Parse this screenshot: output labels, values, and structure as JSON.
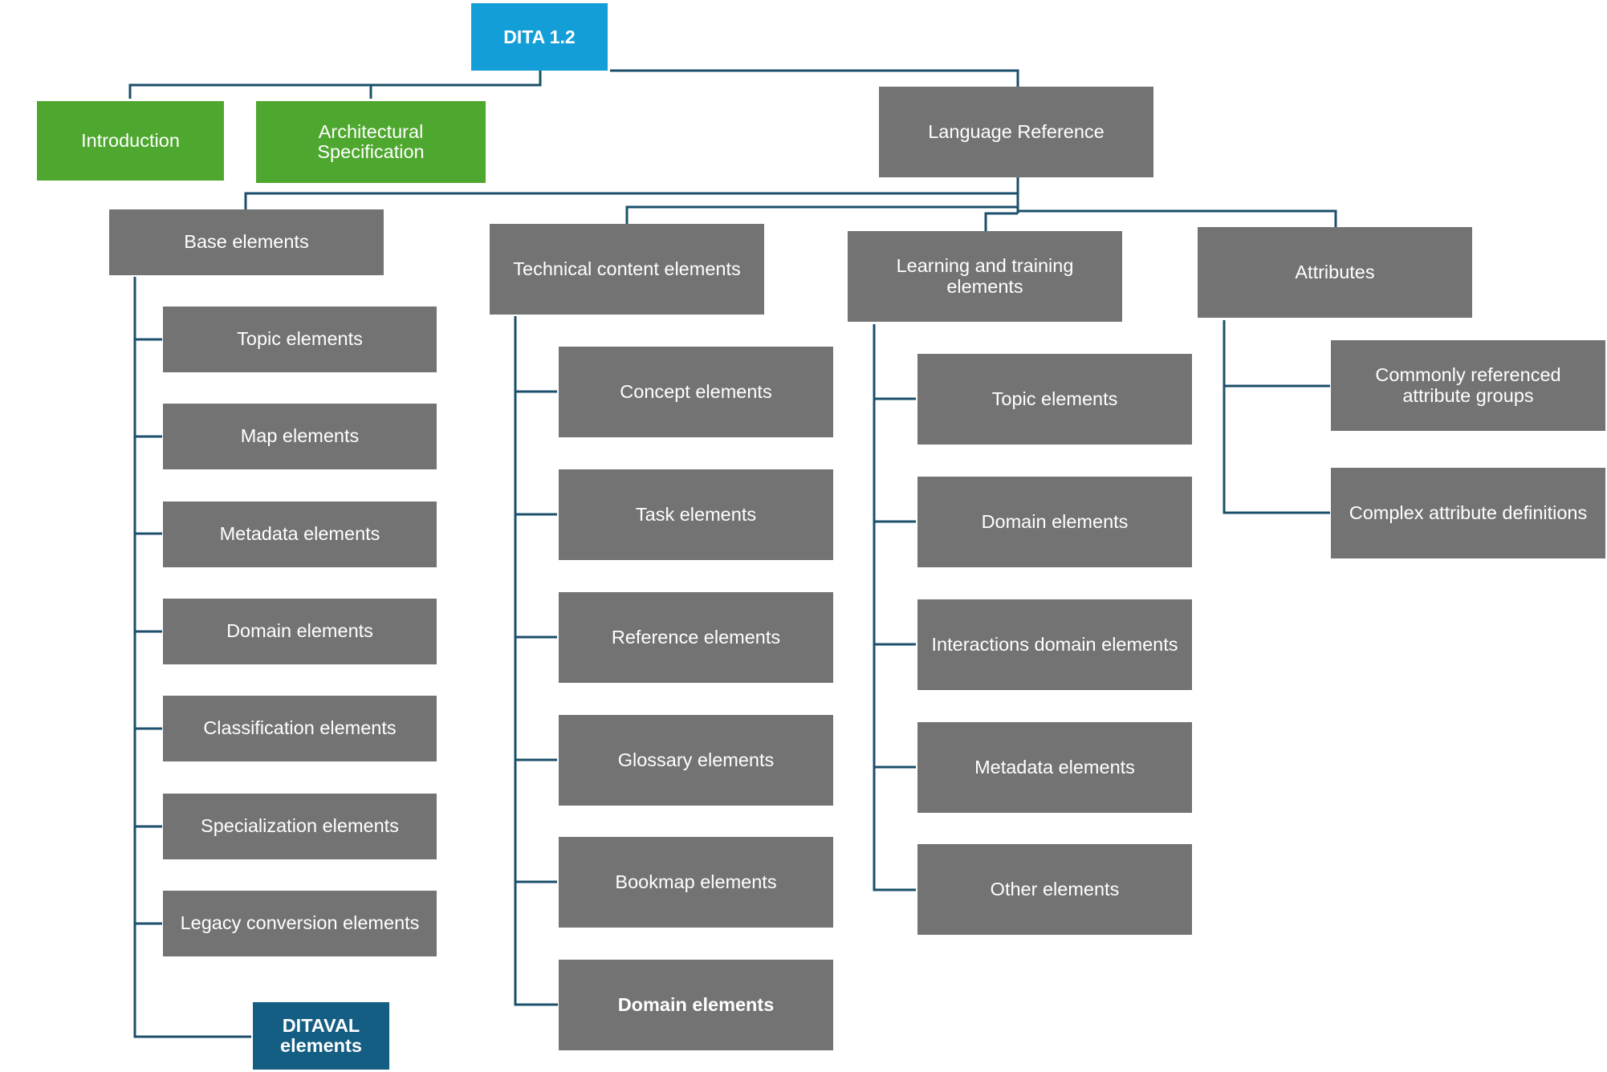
{
  "root": {
    "label": "DITA 1.2"
  },
  "introduction": {
    "label": "Introduction"
  },
  "architectural_specification": {
    "label": "Architectural\nSpecification"
  },
  "language_reference": {
    "label": "Language Reference"
  },
  "base_elements": {
    "label": "Base elements",
    "children": [
      "Topic elements",
      "Map elements",
      "Metadata elements",
      "Domain elements",
      "Classification elements",
      "Specialization elements",
      "Legacy conversion elements",
      "DITAVAL\nelements"
    ]
  },
  "technical_content": {
    "label": "Technical content elements",
    "children": [
      "Concept elements",
      "Task elements",
      "Reference elements",
      "Glossary elements",
      "Bookmap elements",
      "Domain elements"
    ]
  },
  "learning_training": {
    "label": "Learning and training\nelements",
    "children": [
      "Topic elements",
      "Domain elements",
      "Interactions domain elements",
      "Metadata elements",
      "Other elements"
    ]
  },
  "attributes": {
    "label": "Attributes",
    "children": [
      "Commonly referenced\nattribute groups",
      "Complex attribute definitions"
    ]
  },
  "colors": {
    "root": "#139ed7",
    "intro_section": "#4ea72e",
    "topic_box": "#737373",
    "ditaval": "#155e83",
    "connector": "#1b4f6b"
  }
}
